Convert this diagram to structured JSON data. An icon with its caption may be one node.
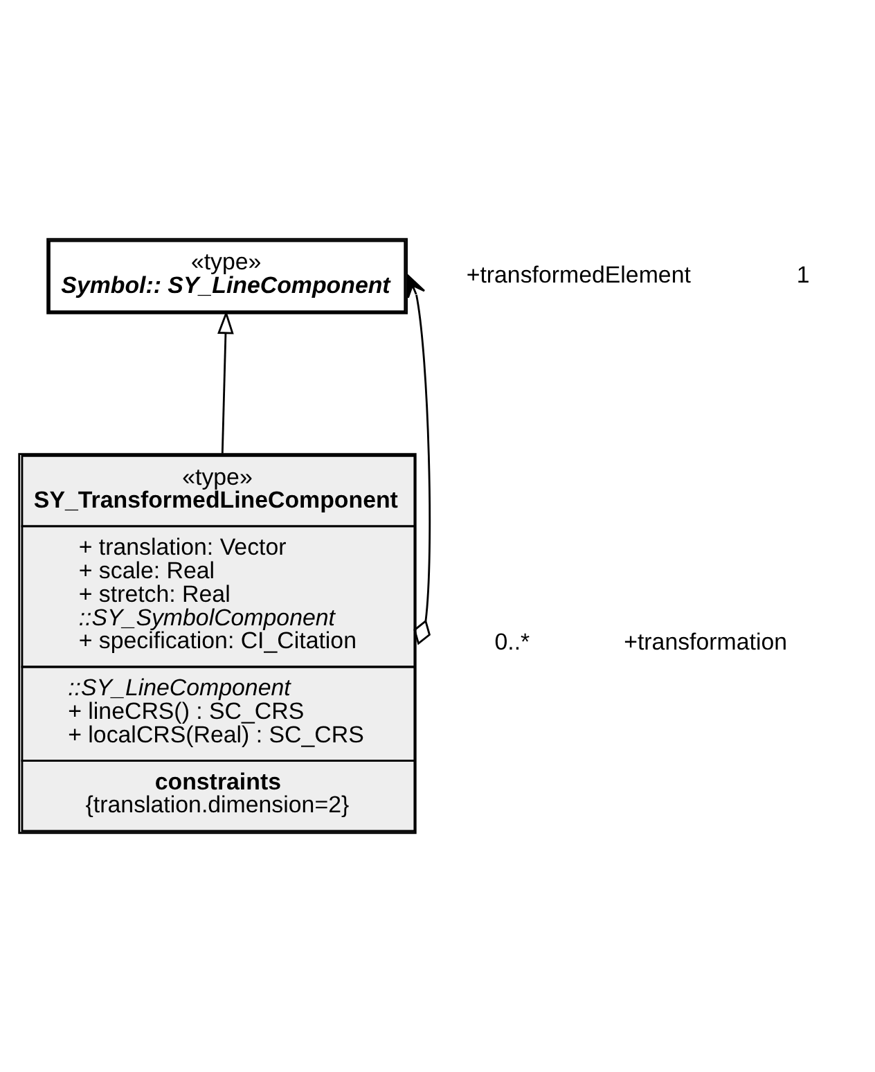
{
  "diagram": {
    "nodes": [
      {
        "text": [
          "«type»",
          "Symbol:: SY_LineComponent"
        ]
      },
      {
        "text": [
          "«type»",
          "SY_TransformedLineComponent",
          "+ translation: Vector",
          "+ scale: Real",
          "+ stretch: Real",
          "::SY_SymbolComponent",
          "+ specification: CI_Citation",
          "::SY_LineComponent",
          "+ lineCRS() : SC_CRS",
          "+ localCRS(Real) : SC_CRS",
          "constraints",
          "{translation.dimension=2}"
        ]
      }
    ],
    "edges": [
      {
        "from": 1,
        "to": 0,
        "arrow": "to"
      },
      {
        "from": 1,
        "to": 0,
        "arrow": "to"
      }
    ],
    "labels": [
      "+transformedElement",
      "1",
      "0..*",
      "+transformation"
    ]
  }
}
